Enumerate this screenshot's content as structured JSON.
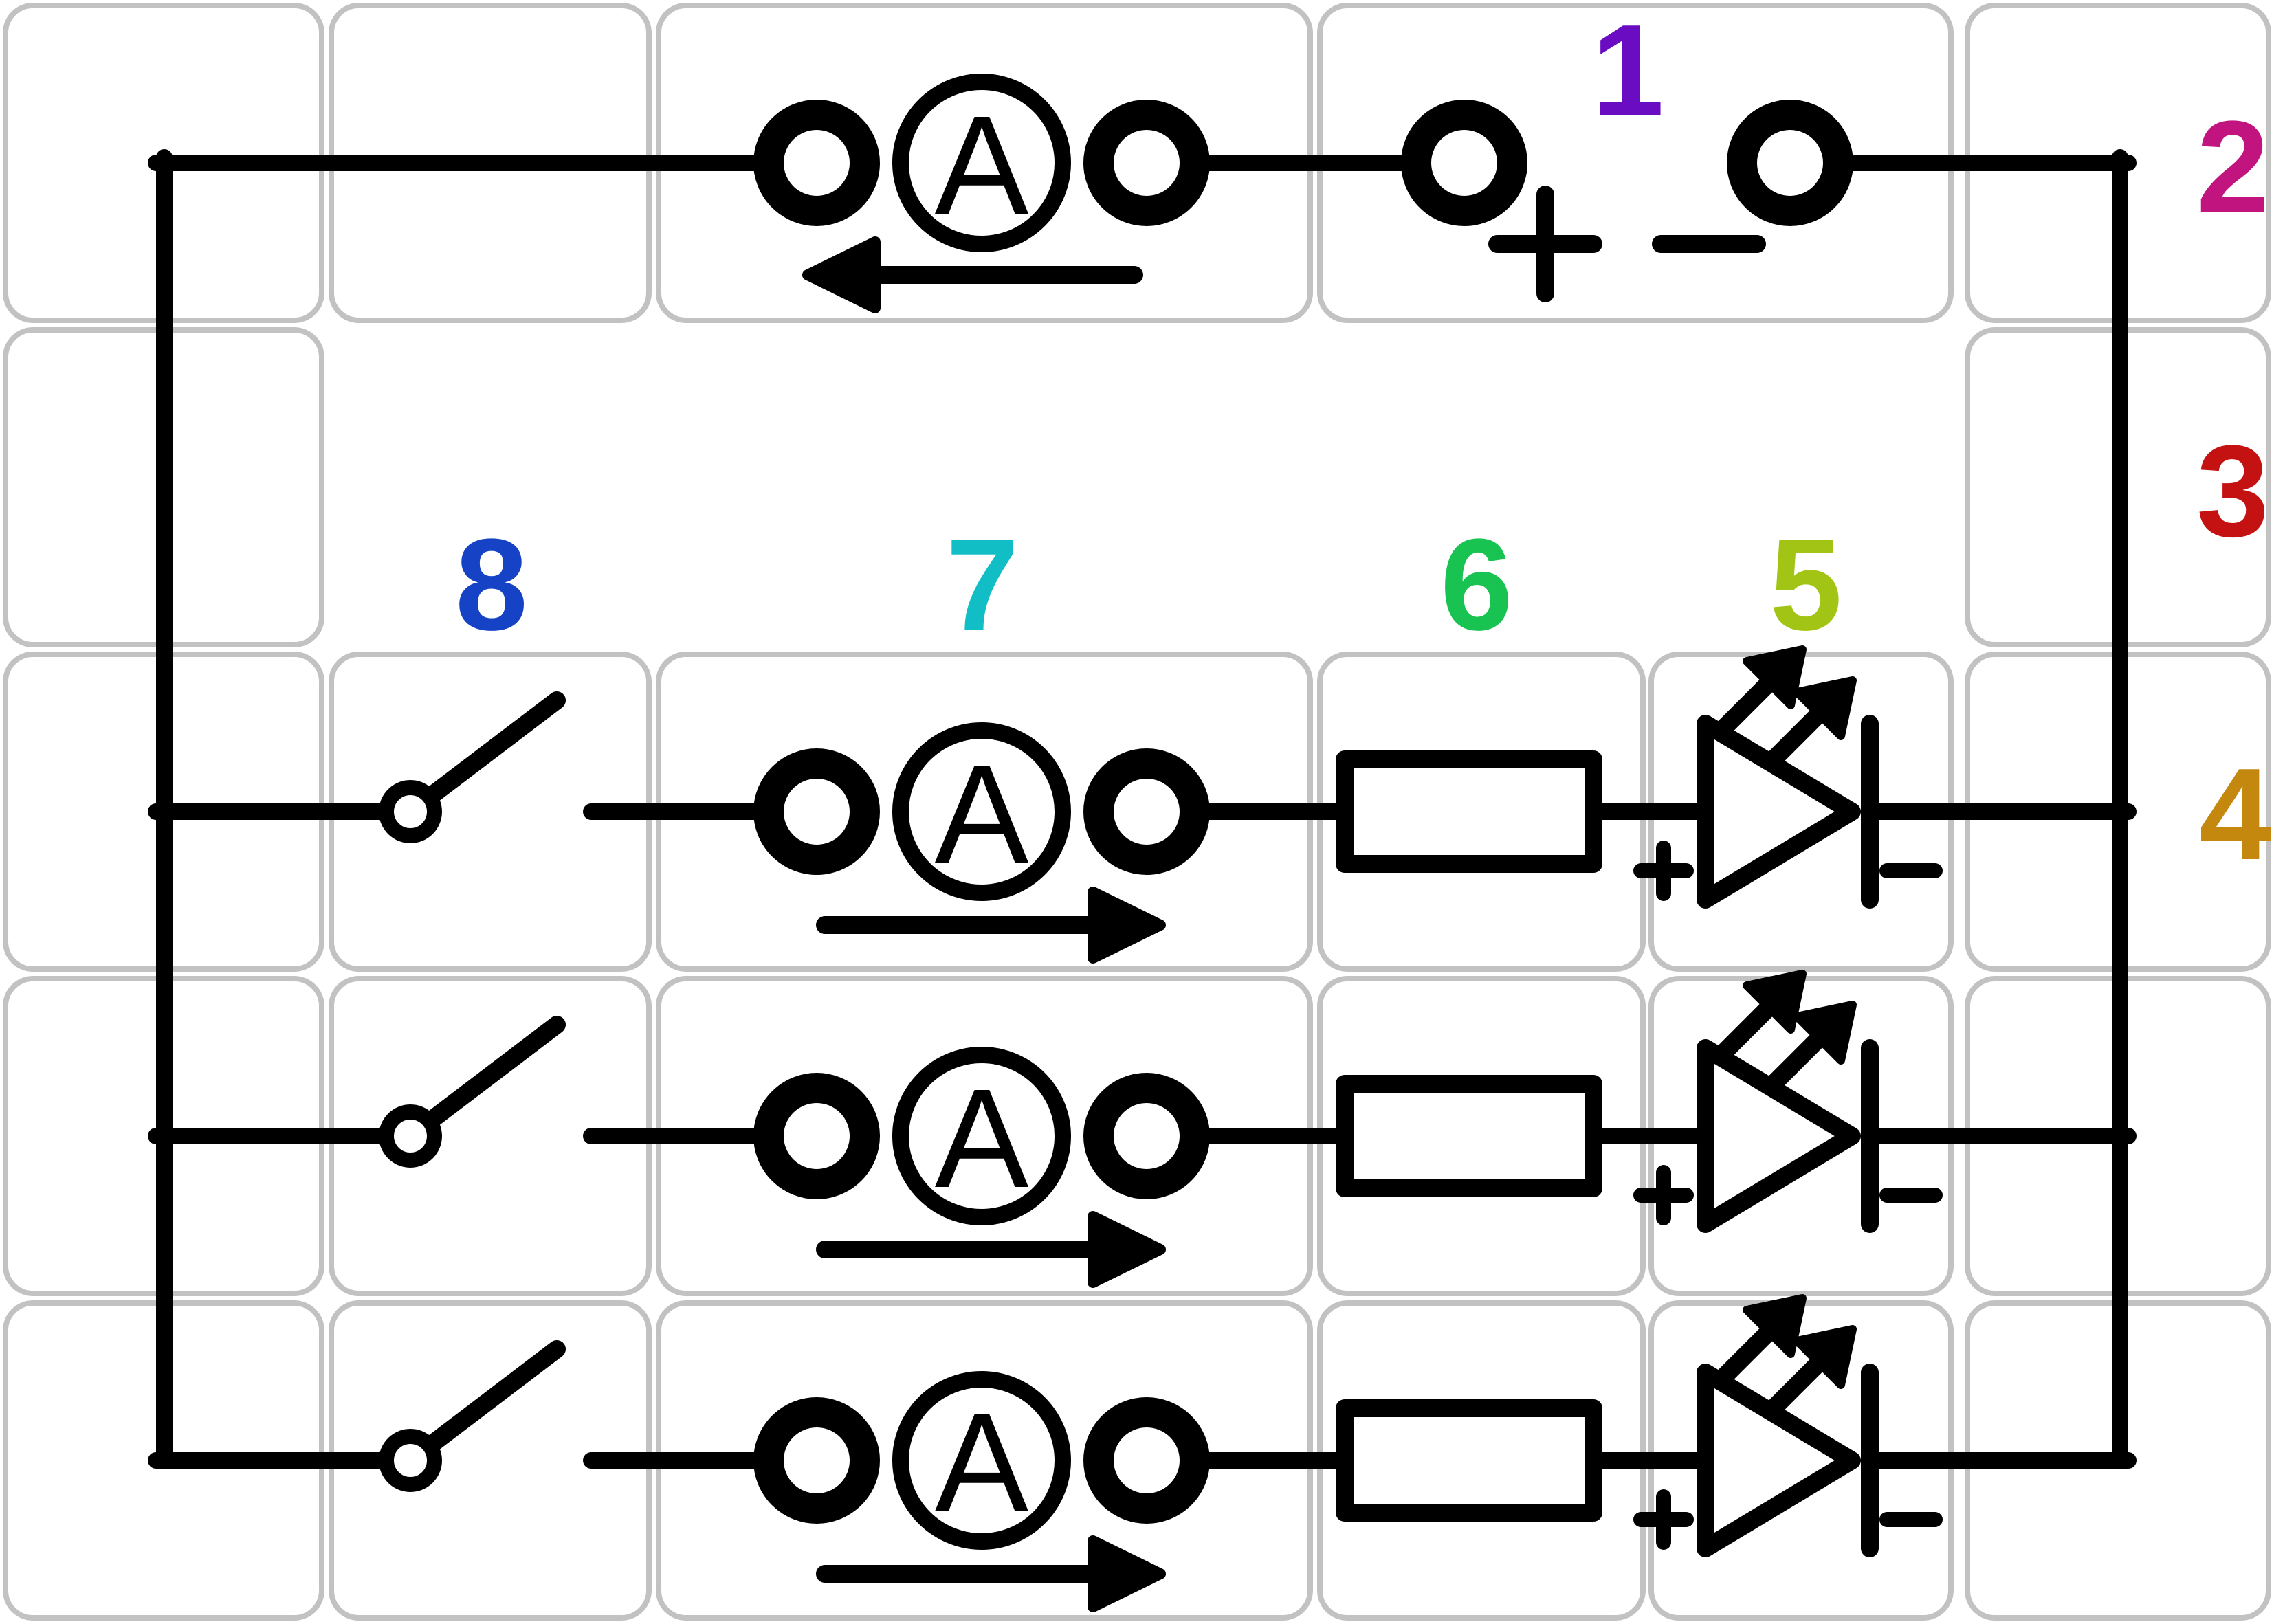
{
  "diagram": {
    "title": "parallel-led-circuit-on-grid",
    "meter": {
      "letter": "A"
    },
    "battery": {
      "plus_label": "+",
      "minus_label": "−"
    },
    "led": {
      "plus_label": "+",
      "minus_label": "−"
    },
    "numbers": {
      "n1": {
        "text": "1",
        "color": "#6A0DC2"
      },
      "n2": {
        "text": "2",
        "color": "#C1147F"
      },
      "n3": {
        "text": "3",
        "color": "#C41111"
      },
      "n4": {
        "text": "4",
        "color": "#C4880E"
      },
      "n5": {
        "text": "5",
        "color": "#A2C414"
      },
      "n6": {
        "text": "6",
        "color": "#18C351"
      },
      "n7": {
        "text": "7",
        "color": "#12BEC5"
      },
      "n8": {
        "text": "8",
        "color": "#1643C5"
      }
    },
    "palette": {
      "wire": "#000000",
      "grid_border": "#c2c2c2",
      "background": "#ffffff"
    }
  }
}
